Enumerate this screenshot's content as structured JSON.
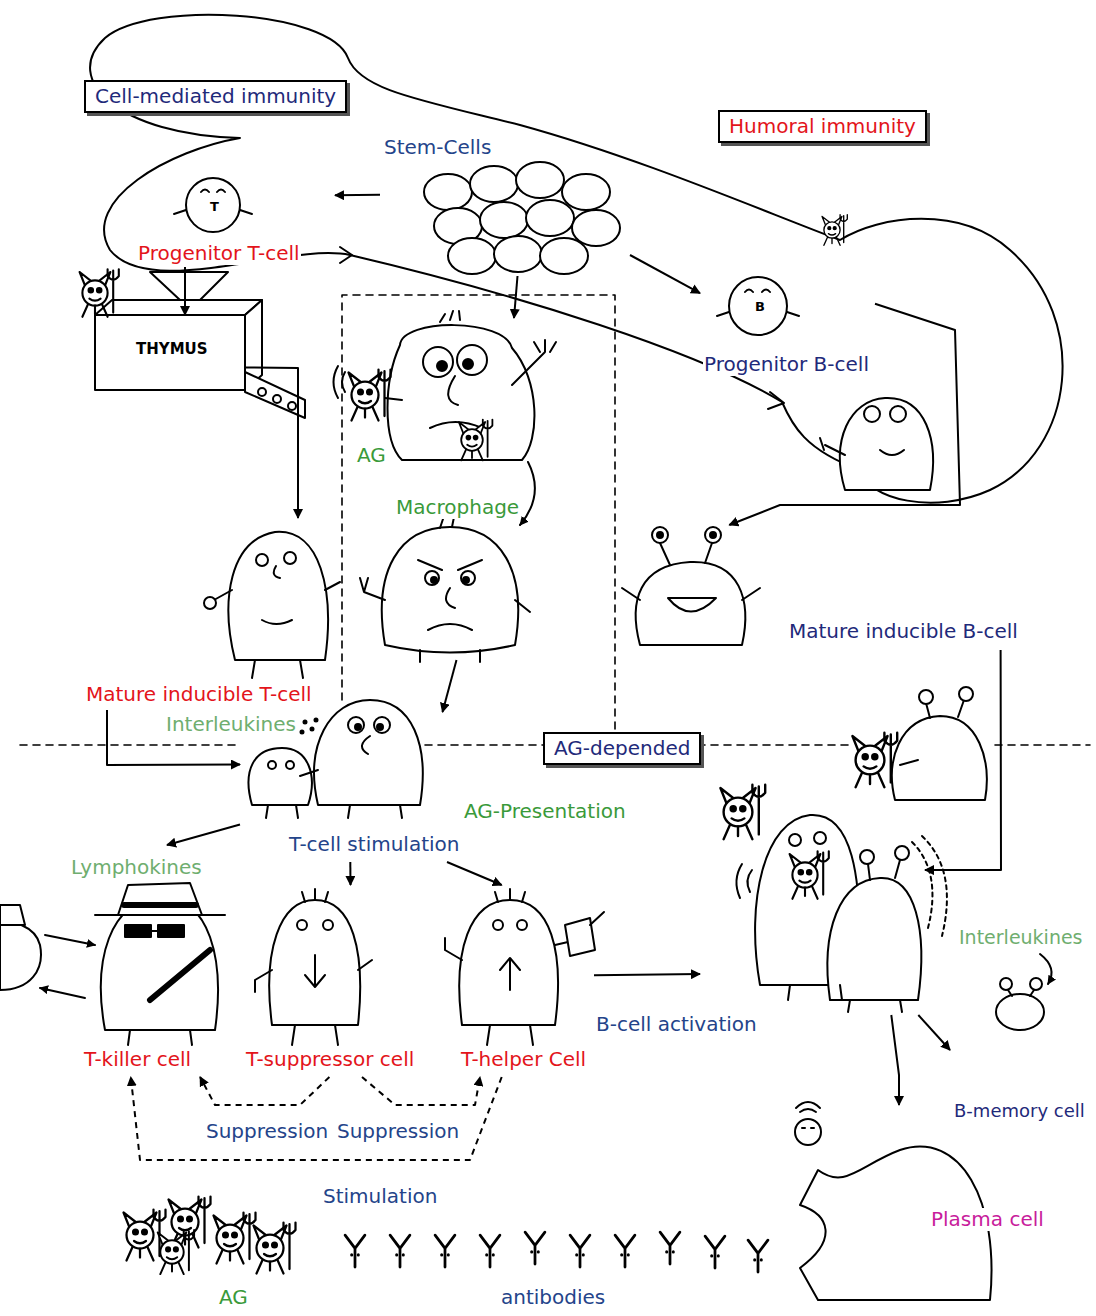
{
  "diagram": {
    "nodes": [
      {
        "text": [
          "Cell-mediated immunity"
        ]
      },
      {
        "text": [
          "Humoral immunity"
        ]
      },
      {
        "text": [
          "Stem-Cells"
        ]
      },
      {
        "text": [
          "T",
          "Progenitor T-cell"
        ]
      },
      {
        "text": [
          "THYMUS"
        ]
      },
      {
        "text": [
          "B",
          "Progenitor B-cell"
        ]
      },
      {
        "text": [
          "Macrophage"
        ]
      },
      {
        "text": [
          "Mature inducible T-cell"
        ]
      },
      {
        "text": [
          "Mature inducible B-cell"
        ]
      },
      {
        "text": [
          "AG-depended"
        ]
      },
      {
        "text": [
          "T-cell stimulation"
        ]
      },
      {
        "text": [
          "T-killer cell"
        ]
      },
      {
        "text": [
          "T-suppressor cell"
        ]
      },
      {
        "text": [
          "T-helper Cell"
        ]
      },
      {
        "text": [
          "B-cell activation"
        ]
      },
      {
        "text": [
          "B-memory cell"
        ]
      },
      {
        "text": [
          "Plasma cell"
        ]
      }
    ],
    "edges": [
      {
        "from": 2,
        "to": 3,
        "arrow": "to"
      },
      {
        "from": 2,
        "to": 6,
        "arrow": "to"
      },
      {
        "from": 2,
        "to": 5,
        "arrow": "to"
      },
      {
        "from": 3,
        "to": 4,
        "arrow": "to"
      },
      {
        "from": 4,
        "to": 7,
        "arrow": "to"
      },
      {
        "from": 5,
        "to": 8,
        "arrow": "to"
      },
      {
        "from": 6,
        "to": 10,
        "arrow": "to"
      },
      {
        "from": 7,
        "to": 10,
        "arrow": "to"
      },
      {
        "from": 10,
        "to": 11,
        "arrow": "to"
      },
      {
        "from": 10,
        "to": 12,
        "arrow": "to"
      },
      {
        "from": 10,
        "to": 13,
        "arrow": "to"
      },
      {
        "from": 13,
        "to": 14,
        "arrow": "to"
      },
      {
        "from": 8,
        "to": 14,
        "arrow": "to"
      },
      {
        "from": 14,
        "to": 15,
        "arrow": "to"
      },
      {
        "from": 14,
        "to": 16,
        "arrow": "to"
      },
      {
        "from": 12,
        "to": 11,
        "label": "Suppression",
        "arrow": "to"
      },
      {
        "from": 12,
        "to": 13,
        "label": "Suppression",
        "arrow": "to"
      },
      {
        "from": 13,
        "to": 11,
        "label": "Stimulation",
        "arrow": "to"
      }
    ],
    "labels": [
      "AG",
      "Interleukines",
      "AG-Presentation",
      "Lymphokines",
      "Interleukines",
      "AG",
      "antibodies"
    ]
  }
}
